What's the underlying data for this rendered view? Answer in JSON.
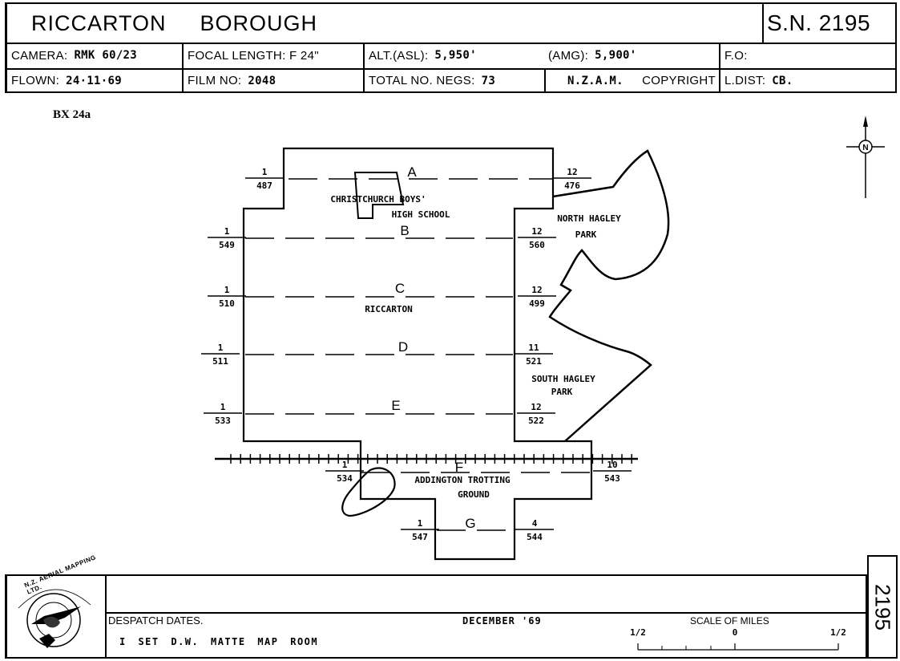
{
  "header": {
    "title_part1": "RICCARTON",
    "title_part2": "BOROUGH",
    "sn": "S.N. 2195",
    "camera_label": "CAMERA:",
    "camera_value": "RMK 60/23",
    "focal_label": "FOCAL LENGTH: F 24\"",
    "alt_asl_label": "ALT.(ASL):",
    "alt_asl_value": "5,950'",
    "alt_amg_label": "(AMG):",
    "alt_amg_value": "5,900'",
    "fo_label": "F.O:",
    "flown_label": "FLOWN:",
    "flown_value": "24·11·69",
    "film_label": "FILM NO:",
    "film_value": "2048",
    "negs_label": "TOTAL NO. NEGS:",
    "negs_value": "73",
    "nzam": "N.Z.A.M.",
    "copyright": "COPYRIGHT",
    "ldist_label": "L.DIST:",
    "ldist_value": "CB."
  },
  "code": "BX 24a",
  "north_label": "N",
  "map": {
    "runs": [
      {
        "letter": "A",
        "start_top": "1",
        "start_bottom": "487",
        "end_top": "12",
        "end_bottom": "476"
      },
      {
        "letter": "B",
        "start_top": "1",
        "start_bottom": "549",
        "end_top": "12",
        "end_bottom": "560"
      },
      {
        "letter": "C",
        "start_top": "1",
        "start_bottom": "510",
        "end_top": "12",
        "end_bottom": "499"
      },
      {
        "letter": "D",
        "start_top": "1",
        "start_bottom": "511",
        "end_top": "11",
        "end_bottom": "521"
      },
      {
        "letter": "E",
        "start_top": "1",
        "start_bottom": "533",
        "end_top": "12",
        "end_bottom": "522"
      },
      {
        "letter": "F",
        "start_top": "1",
        "start_bottom": "534",
        "end_top": "10",
        "end_bottom": "543"
      },
      {
        "letter": "G",
        "start_top": "1",
        "start_bottom": "547",
        "end_top": "4",
        "end_bottom": "544"
      }
    ],
    "places": {
      "school_1": "CHRISTCHURCH BOYS'",
      "school_2": "HIGH SCHOOL",
      "north_hagley_1": "NORTH HAGLEY",
      "north_hagley_2": "PARK",
      "riccarton": "RICCARTON",
      "south_hagley_1": "SOUTH HAGLEY",
      "south_hagley_2": "PARK",
      "addington_1": "ADDINGTON TROTTING",
      "addington_2": "GROUND"
    }
  },
  "footer": {
    "logo_text": "N.Z. AERIAL MAPPING LTD.",
    "despatch_label": "DESPATCH DATES.",
    "despatch_date": "DECEMBER '69",
    "set_text": "I SET D.W. MATTE MAP ROOM",
    "scale_label": "SCALE OF MILES",
    "scale_left": "1/2",
    "scale_mid": "0",
    "scale_right": "1/2",
    "side_number": "2195"
  }
}
